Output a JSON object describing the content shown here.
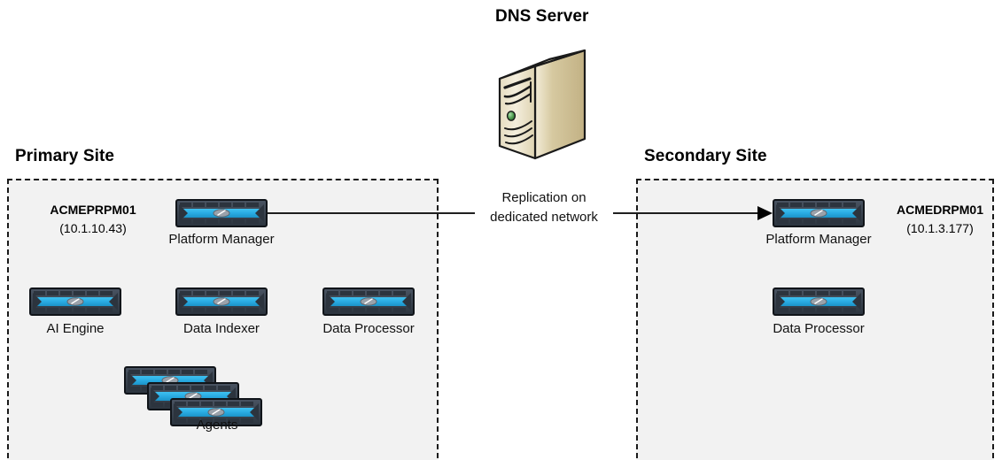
{
  "diagram": {
    "title_dns": "DNS Server",
    "sites": [
      {
        "id": "primary",
        "title": "Primary Site",
        "host_name": "ACMEPRPM01",
        "host_ip": "(10.1.10.43)",
        "nodes": [
          {
            "label": "Platform Manager"
          },
          {
            "label": "AI Engine"
          },
          {
            "label": "Data Indexer"
          },
          {
            "label": "Data Processor"
          },
          {
            "label": "Agents"
          }
        ]
      },
      {
        "id": "secondary",
        "title": "Secondary Site",
        "host_name": "ACMEDRPM01",
        "host_ip": "(10.1.3.177)",
        "nodes": [
          {
            "label": "Platform Manager"
          },
          {
            "label": "Data Processor"
          }
        ]
      }
    ],
    "connection": {
      "label_line1": "Replication on",
      "label_line2": "dedicated network"
    },
    "colors": {
      "site_fill": "#f2f2f2",
      "site_border": "#1a1a1a",
      "switch_body": "#3a4450",
      "switch_band": "#29abe2",
      "server_front": "#e8e0c8",
      "server_side": "#c8b98e",
      "server_led": "#5aa35a",
      "connector": "#000000",
      "text": "#000000"
    }
  }
}
